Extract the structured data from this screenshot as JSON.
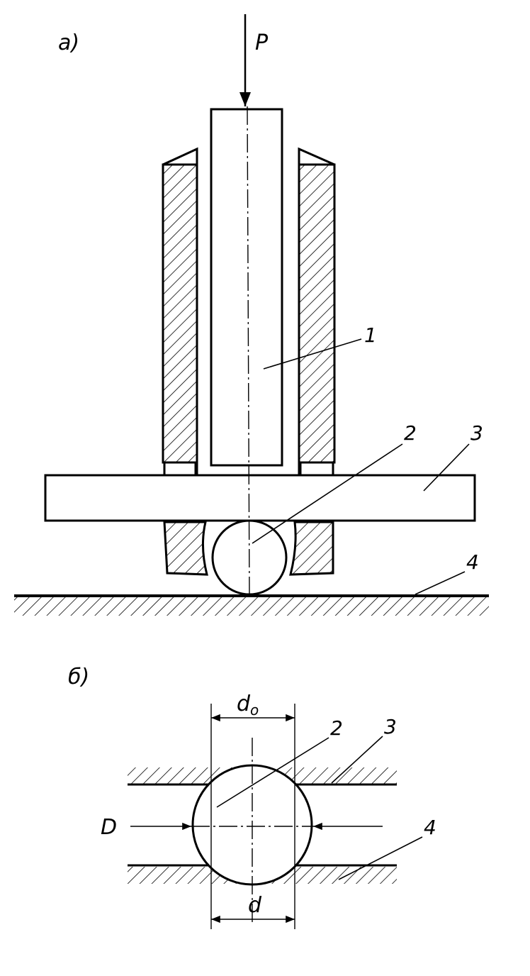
{
  "figure_a": {
    "panel_label": "а)",
    "force_label": "P",
    "callouts": [
      "1",
      "2",
      "3",
      "4"
    ]
  },
  "figure_b": {
    "panel_label": "б)",
    "dim_top": "d",
    "dim_top_sub": "o",
    "dim_bottom": "d",
    "dim_left": "D",
    "callouts": [
      "2",
      "3",
      "4"
    ]
  },
  "colors": {
    "ink": "#000000",
    "paper": "#ffffff"
  }
}
